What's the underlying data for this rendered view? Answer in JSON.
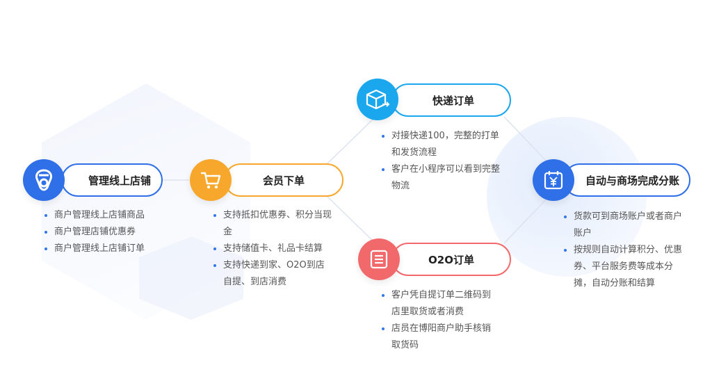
{
  "colors": {
    "blue": "#2f6fe8",
    "orange": "#f7a72b",
    "sky": "#1ba7ee",
    "coral": "#f2696c",
    "bullet": "#2f76e8"
  },
  "nodes": [
    {
      "id": "store",
      "title": "管理线上店铺",
      "icon": "brand-logo-icon",
      "color": "blue",
      "items": [
        "商户管理线上店铺商品",
        "商户管理店铺优惠券",
        "商户管理线上店铺订单"
      ]
    },
    {
      "id": "member",
      "title": "会员下单",
      "icon": "shopping-cart-icon",
      "color": "orange",
      "items": [
        "支持抵扣优惠券、积分当现金",
        "支持储值卡、礼品卡结算",
        "支持快递到家、O2O到店自提、到店消费"
      ]
    },
    {
      "id": "express",
      "title": "快递订单",
      "icon": "package-delivery-icon",
      "color": "sky",
      "items": [
        "对接快递100，完整的打单和发货流程",
        "客户在小程序可以看到完整物流"
      ]
    },
    {
      "id": "o2o",
      "title": "O2O订单",
      "icon": "order-list-icon",
      "color": "coral",
      "items": [
        "客户凭自提订单二维码到店里取货或者消费",
        "店员在博阳商户助手核销取货码"
      ]
    },
    {
      "id": "settle",
      "title": "自动与商场完成分账",
      "icon": "yuan-calendar-icon",
      "color": "blue",
      "items": [
        "货款可到商场账户或者商户账户",
        "按规则自动计算积分、优惠券、平台服务费等成本分摊，自动分账和结算"
      ]
    }
  ]
}
